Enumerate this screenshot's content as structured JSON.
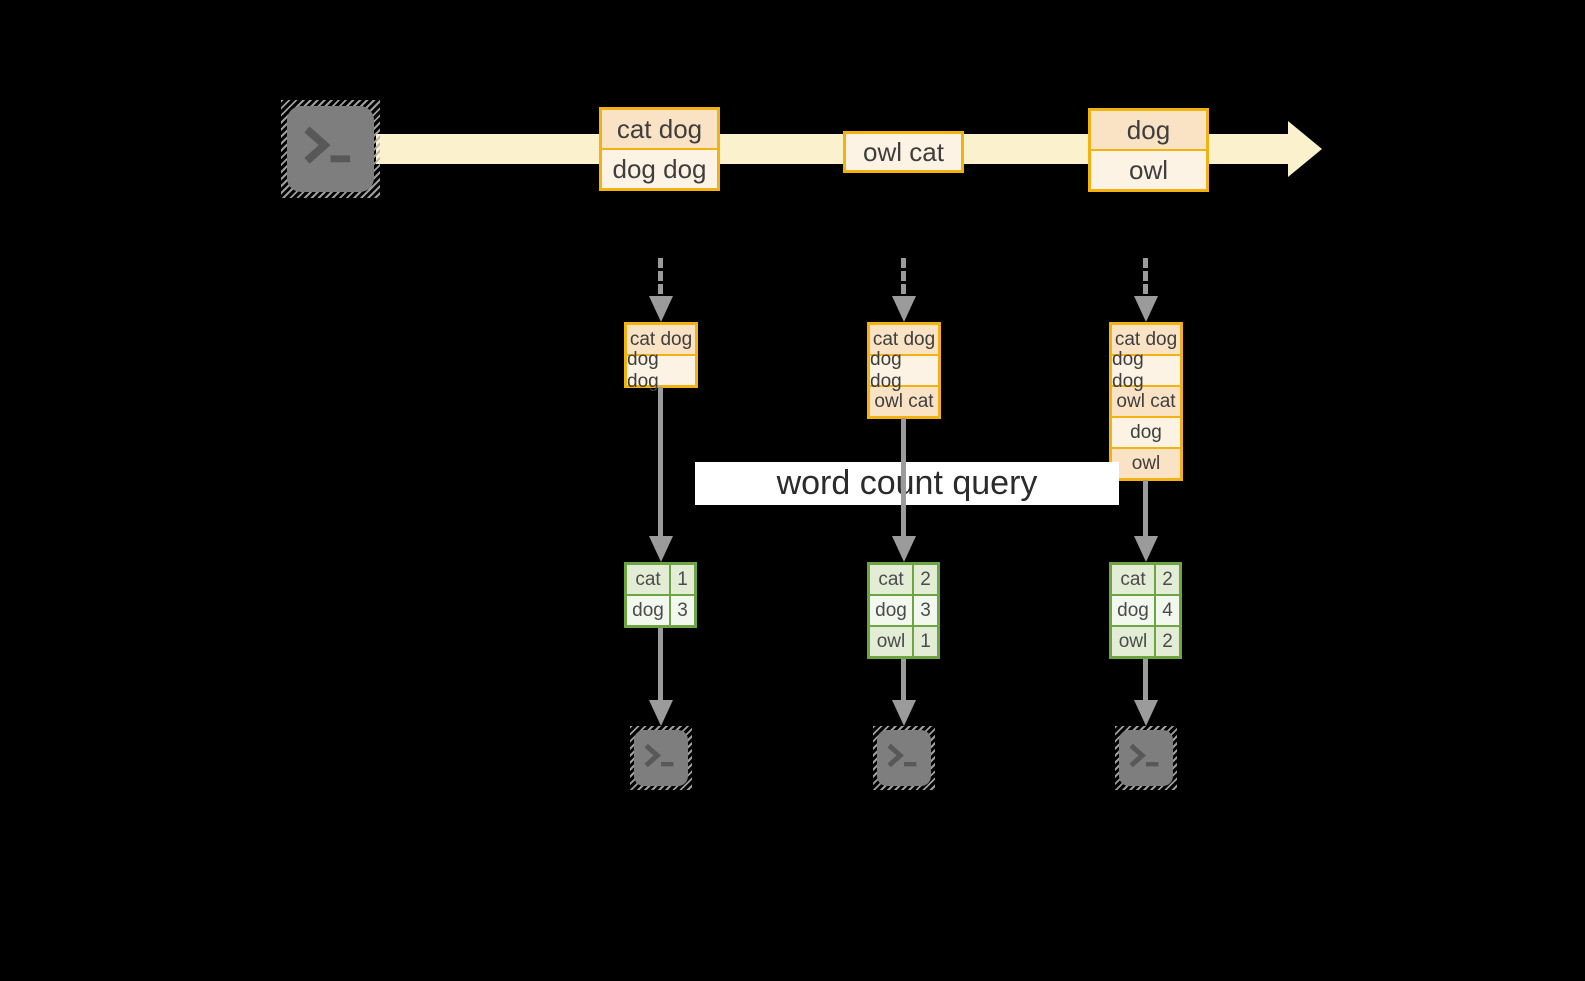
{
  "diagram": {
    "query_label": "word count query",
    "stream_records": [
      {
        "rows": [
          "cat dog",
          "dog dog"
        ]
      },
      {
        "rows": [
          "owl cat"
        ]
      },
      {
        "rows": [
          "dog",
          "owl"
        ]
      }
    ],
    "pipelines": [
      {
        "buffer_rows": [
          "cat dog",
          "dog dog"
        ],
        "count_rows": [
          {
            "word": "cat",
            "count": "1"
          },
          {
            "word": "dog",
            "count": "3"
          }
        ]
      },
      {
        "buffer_rows": [
          "cat dog",
          "dog dog",
          "owl cat"
        ],
        "count_rows": [
          {
            "word": "cat",
            "count": "2"
          },
          {
            "word": "dog",
            "count": "3"
          },
          {
            "word": "owl",
            "count": "1"
          }
        ]
      },
      {
        "buffer_rows": [
          "cat dog",
          "dog dog",
          "owl cat",
          "dog",
          "owl"
        ],
        "count_rows": [
          {
            "word": "cat",
            "count": "2"
          },
          {
            "word": "dog",
            "count": "4"
          },
          {
            "word": "owl",
            "count": "2"
          }
        ]
      }
    ],
    "icons": {
      "source": "terminal-icon",
      "sinks": [
        "terminal-icon",
        "terminal-icon",
        "terminal-icon"
      ]
    },
    "colors": {
      "background": "#000000",
      "stream_band": "#FBF1CD",
      "record_border": "#F2B312",
      "record_fill_dark": "#FAE3C5",
      "record_fill_light": "#FDF3E4",
      "table_border": "#6CA541",
      "table_fill_green": "#E3EDD6",
      "table_fill_white": "#F3F8EE",
      "arrow_gray": "#9B9B9B",
      "terminal_gray": "#7E7E7E"
    }
  }
}
